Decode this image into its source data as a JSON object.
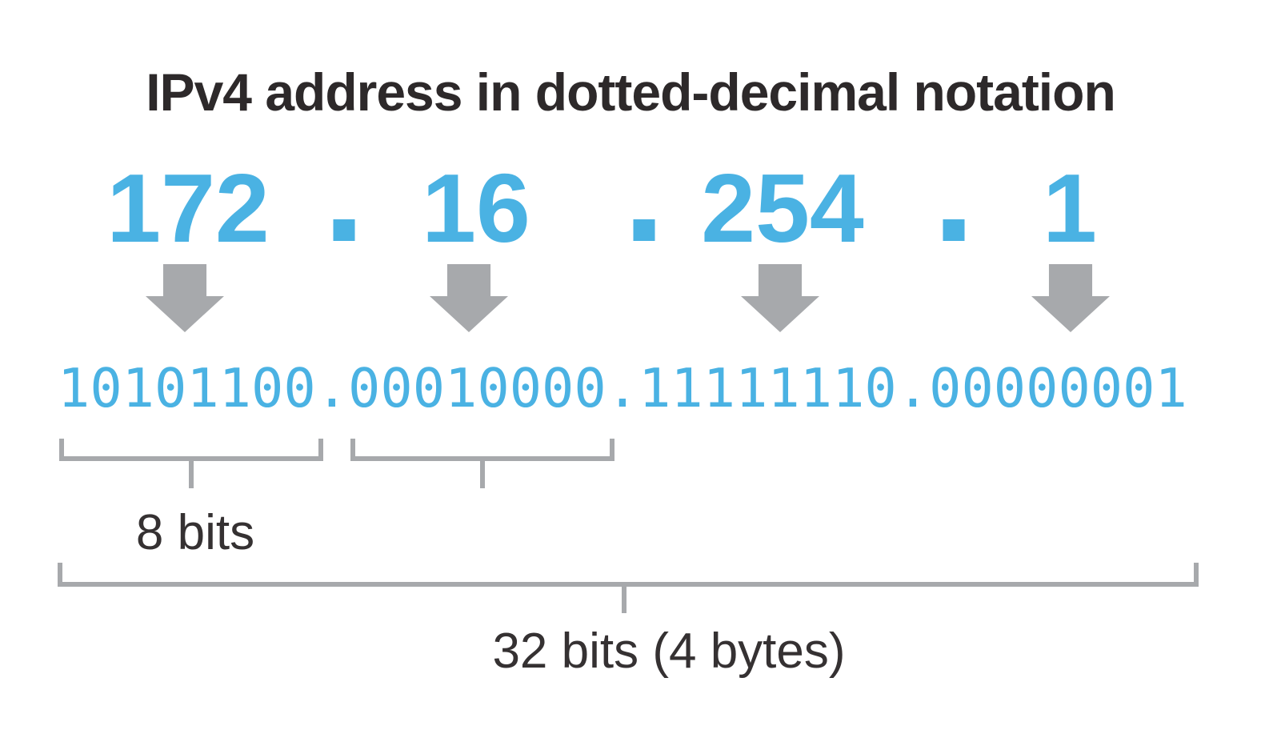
{
  "title": "IPv4 address in dotted-decimal notation",
  "address": {
    "dotted_decimal": "172.16.254.1",
    "octets_decimal": [
      "172",
      "16",
      "254",
      "1"
    ],
    "separator": ".",
    "binary": "10101100.00010000.11111110.00000001",
    "octets_binary": [
      "10101100",
      "00010000",
      "11111110",
      "00000001"
    ]
  },
  "labels": {
    "octet_bits": "8 bits",
    "total_bits": "32 bits (4 bytes)"
  },
  "icons": {
    "down_arrow": "block-arrow-down"
  },
  "colors": {
    "accent_blue": "#4ab2e3",
    "annotation_gray": "#a7a9ac",
    "title_dark": "#2d292a",
    "label_dark": "#353132"
  }
}
